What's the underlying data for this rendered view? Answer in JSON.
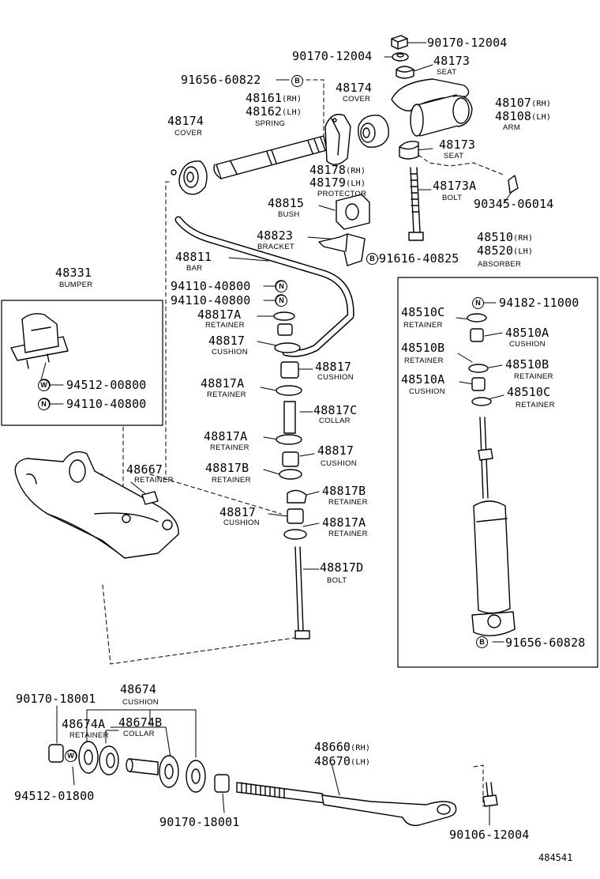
{
  "diagram_ref": "484541",
  "parts": {
    "p90170_12004_top": "90170-12004",
    "p90170_12004_left": "90170-12004",
    "p48173_top": "48173",
    "seat_top": "SEAT",
    "p91656_60822": "91656-60822",
    "p48174_right": "48174",
    "cover_right": "COVER",
    "p48161": "48161",
    "rh_48161": "(RH)",
    "p48162": "48162",
    "lh_48162": "(LH)",
    "spring": "SPRING",
    "p48107": "48107",
    "rh_48107": "(RH)",
    "p48108": "48108",
    "lh_48108": "(LH)",
    "arm": "ARM",
    "p48174_left": "48174",
    "cover_left": "COVER",
    "p48173_bottom": "48173",
    "seat_bottom": "SEAT",
    "p48178": "48178",
    "rh_48178": "(RH)",
    "p48179": "48179",
    "lh_48179": "(LH)",
    "protector": "PROTECTOR",
    "p48173A": "48173A",
    "bolt_48173A": "BOLT",
    "p90345_06014": "90345-06014",
    "p48815": "48815",
    "bush": "BUSH",
    "p48823": "48823",
    "bracket": "BRACKET",
    "p48510": "48510",
    "rh_48510": "(RH)",
    "p48520": "48520",
    "lh_48520": "(LH)",
    "absorber": "ABSORBER",
    "p91616_40825": "91616-40825",
    "p48811": "48811",
    "bar": "BAR",
    "p48331": "48331",
    "bumper": "BUMPER",
    "p94110_40800_a": "94110-40800",
    "p94110_40800_b": "94110-40800",
    "p48817A_1": "48817A",
    "retainer_1": "RETAINER",
    "p48817_1": "48817",
    "cushion_1": "CUSHION",
    "p48817_2": "48817",
    "cushion_2": "CUSHION",
    "p48817A_2": "48817A",
    "retainer_2": "RETAINER",
    "p48817C": "48817C",
    "collar_48817C": "COLLAR",
    "p48817A_3": "48817A",
    "retainer_3": "RETAINER",
    "p48817_3": "48817",
    "cushion_3": "CUSHION",
    "p48817B_1": "48817B",
    "retainer_4": "RETAINER",
    "p48817B_2": "48817B",
    "retainer_5": "RETAINER",
    "p48817_4": "48817",
    "cushion_4": "CUSHION",
    "p48817A_4": "48817A",
    "retainer_6": "RETAINER",
    "p48817D": "48817D",
    "bolt_48817D": "BOLT",
    "p94182_11000": "94182-11000",
    "p48510C_1": "48510C",
    "retainer_7": "RETAINER",
    "p48510A_1": "48510A",
    "cushion_5": "CUSHION",
    "p48510B_1": "48510B",
    "retainer_8": "RETAINER",
    "p48510B_2": "48510B",
    "retainer_9": "RETAINER",
    "p48510A_2": "48510A",
    "cushion_6": "CUSHION",
    "p48510C_2": "48510C",
    "retainer_10": "RETAINER",
    "p94512_00800": "94512-00800",
    "p94110_40800_c": "94110-40800",
    "p48667": "48667",
    "retainer_48667": "RETAINER",
    "p91656_60828": "91656-60828",
    "p90170_18001_a": "90170-18001",
    "p48674": "48674",
    "cushion_48674": "CUSHION",
    "p48674A": "48674A",
    "retainer_48674A": "RETAINER",
    "p48674B": "48674B",
    "collar_48674B": "COLLAR",
    "p48660": "48660",
    "rh_48660": "(RH)",
    "p48670": "48670",
    "lh_48670": "(LH)",
    "p94512_01800": "94512-01800",
    "p90170_18001_b": "90170-18001",
    "p90106_12004": "90106-12004"
  },
  "symbols": {
    "b": "B",
    "n": "N",
    "w": "W"
  }
}
